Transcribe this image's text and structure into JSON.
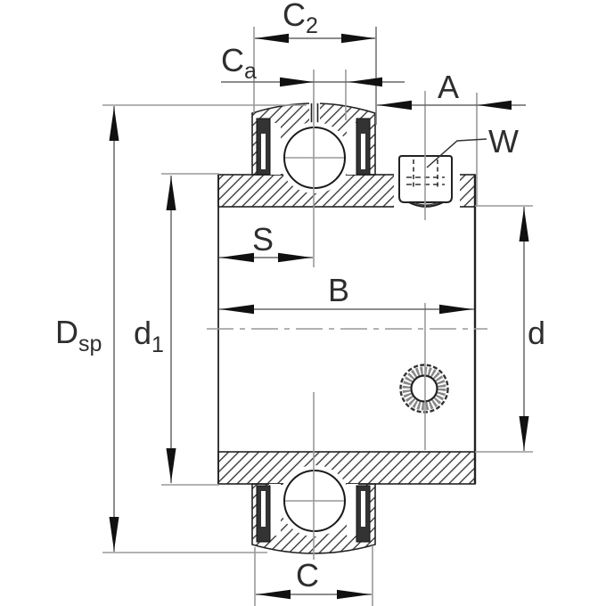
{
  "drawing": {
    "description_labels": {
      "c2": {
        "base": "C",
        "sub": "2"
      },
      "ca": {
        "base": "C",
        "sub": "a"
      },
      "a": {
        "base": "A",
        "sub": ""
      },
      "w": {
        "base": "W",
        "sub": ""
      },
      "s": {
        "base": "S",
        "sub": ""
      },
      "b": {
        "base": "B",
        "sub": ""
      },
      "dsp": {
        "base": "D",
        "sub": "sp"
      },
      "d1": {
        "base": "d",
        "sub": "1"
      },
      "d": {
        "base": "d",
        "sub": ""
      },
      "c": {
        "base": "C",
        "sub": ""
      }
    },
    "colors": {
      "background": "#ffffff",
      "outline": "#222222",
      "hatch": "#2b2b2b",
      "auxiliary_lines": "#999999",
      "dimension_lines": "#666666",
      "arrowheads": "#111111",
      "text": "#2e2e2e"
    }
  }
}
